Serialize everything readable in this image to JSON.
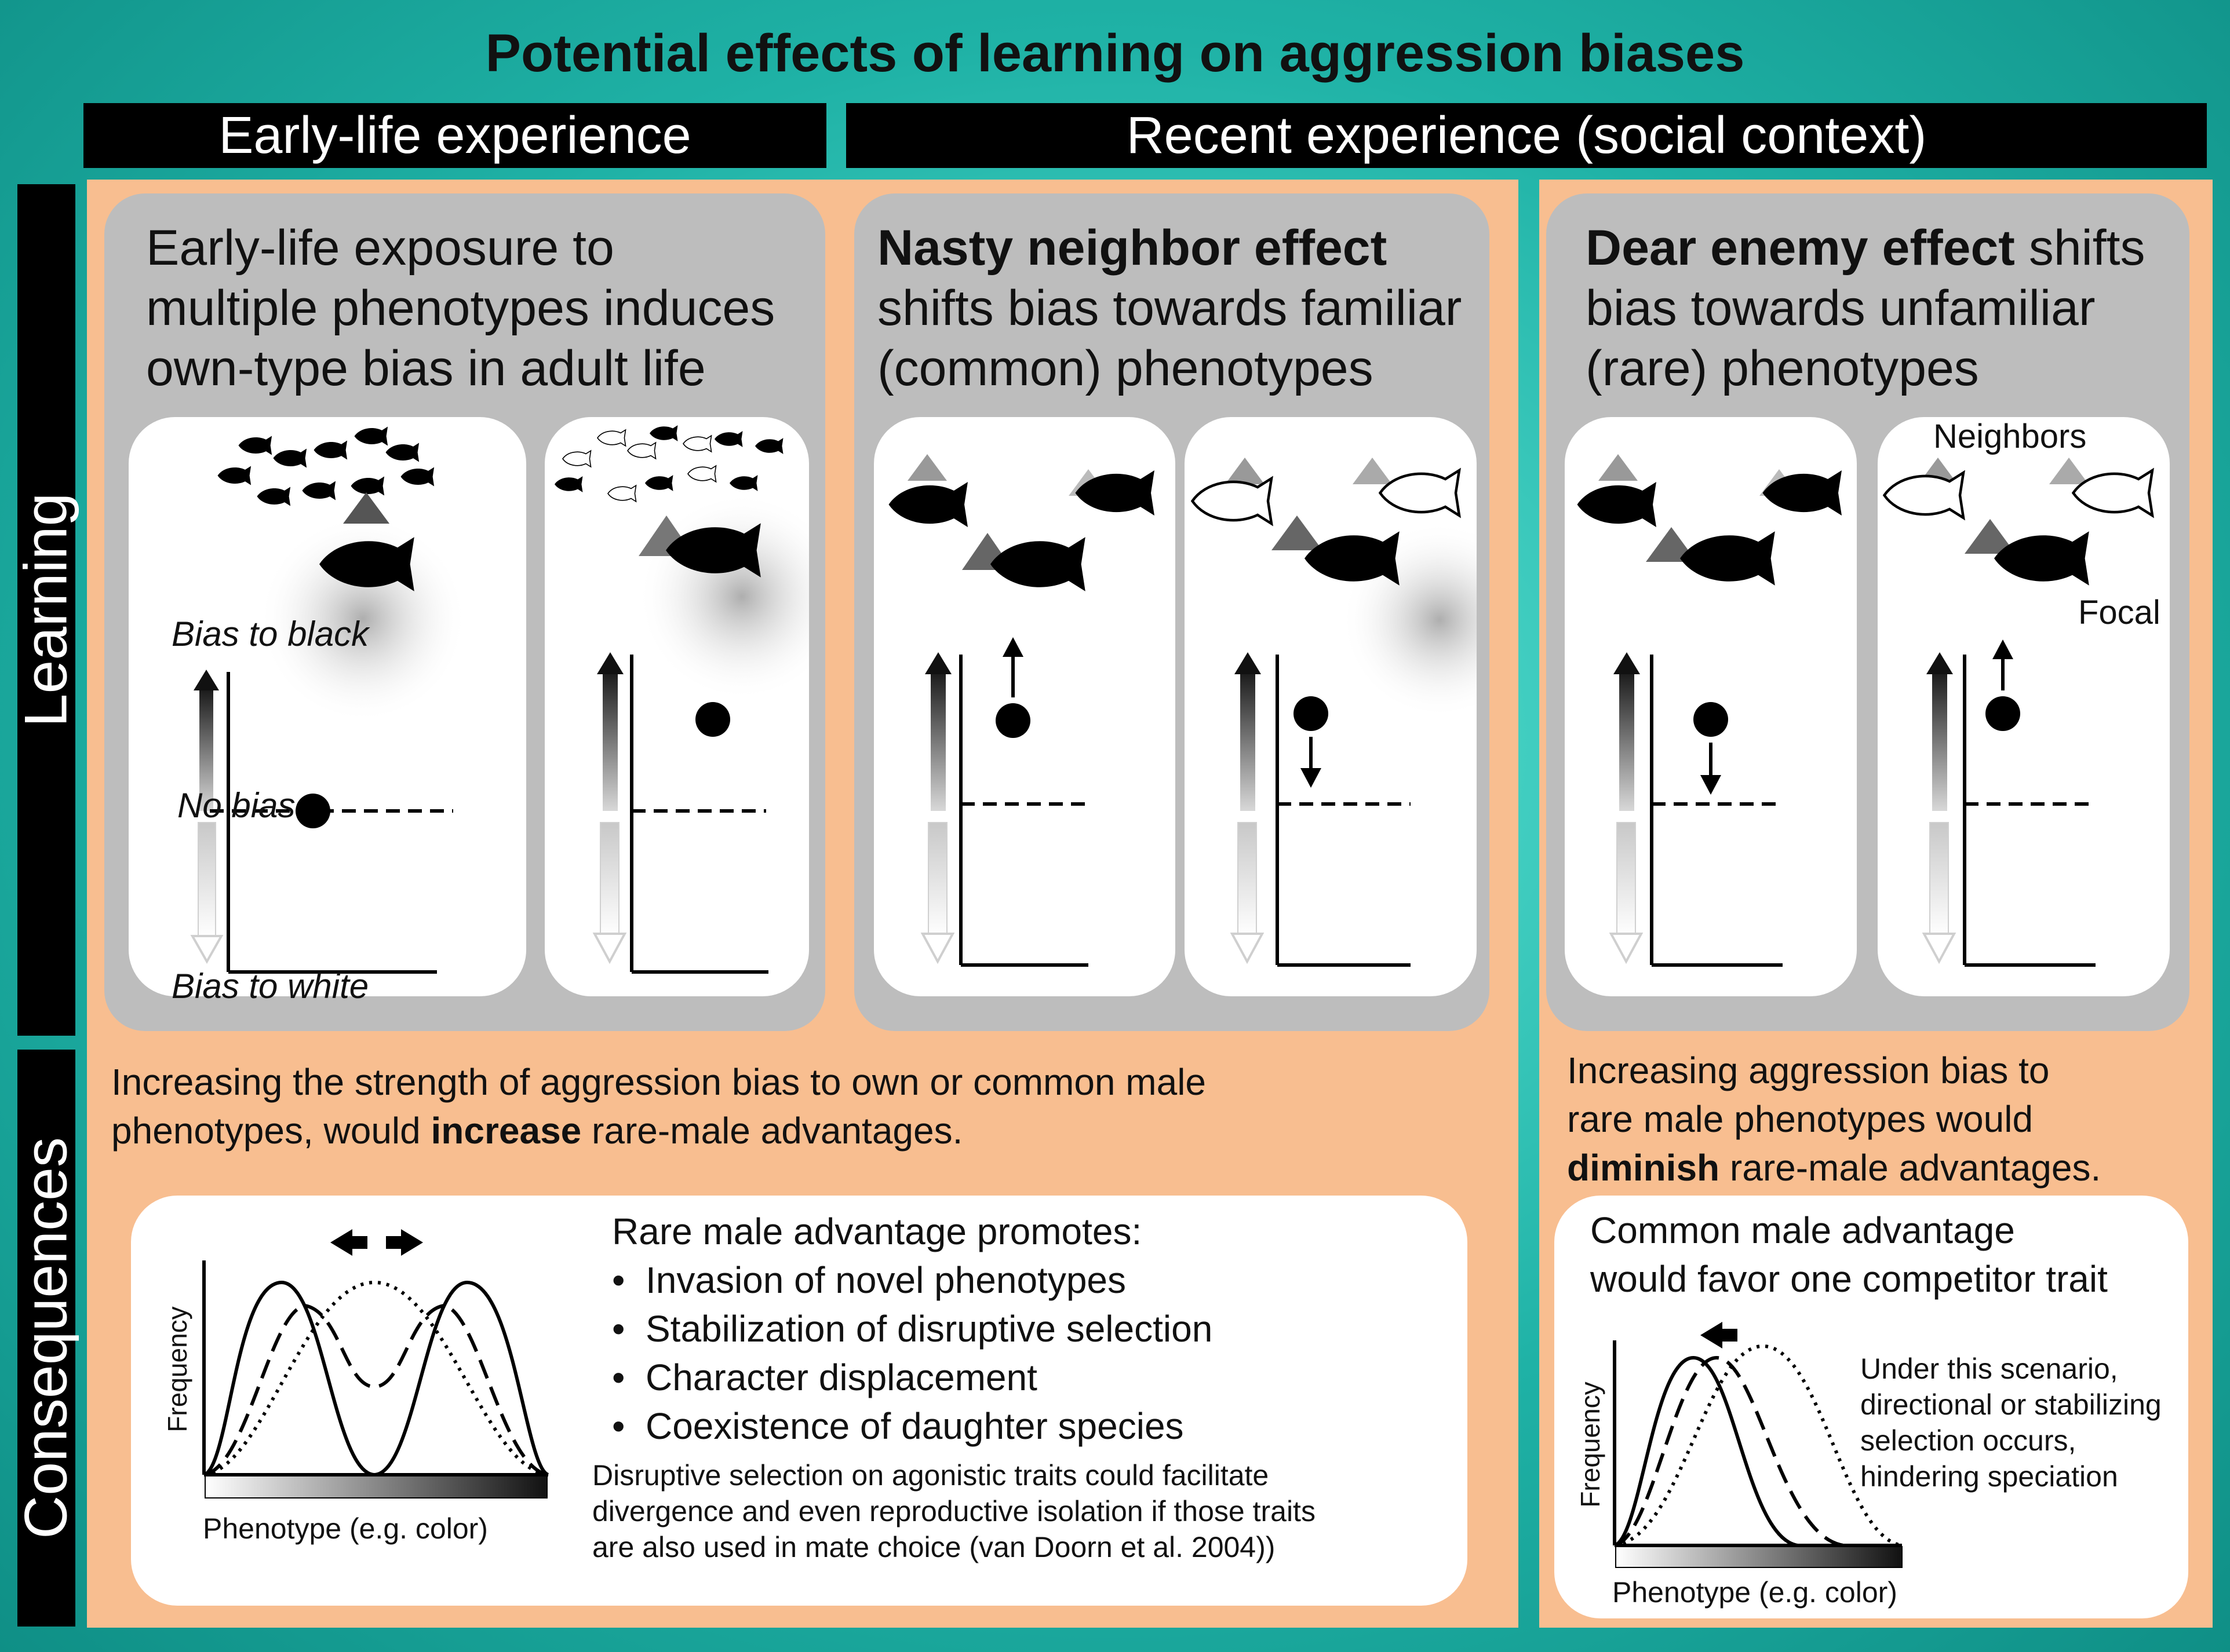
{
  "title": "Potential effects of learning on aggression biases",
  "columns": {
    "early": "Early-life experience",
    "recent": "Recent experience (social context)"
  },
  "rows": {
    "learning": "Learning",
    "consequences": "Consequences"
  },
  "panels": {
    "early_life": {
      "line1": "Early-life exposure to",
      "line2": "multiple phenotypes induces",
      "line3": "own-type bias in adult life"
    },
    "nasty": {
      "bold": "Nasty neighbor effect",
      "line2": "shifts bias towards familiar",
      "line3": "(common) phenotypes"
    },
    "dear": {
      "bold": "Dear enemy effect",
      "rest": " shifts",
      "line2": "bias towards unfamiliar",
      "line3": "(rare) phenotypes"
    }
  },
  "axis_labels": {
    "bias_black": "Bias to black",
    "no_bias": "No bias",
    "bias_white": "Bias to white",
    "neighbors": "Neighbors",
    "focal": "Focal"
  },
  "consequences": {
    "left": {
      "line1": "Increasing the strength of aggression bias to own or common male",
      "line2_pre": "phenotypes, would ",
      "line2_bold": "increase",
      "line2_post": " rare-male advantages.",
      "header": "Rare male advantage promotes:",
      "bullets": [
        "Invasion of novel phenotypes",
        "Stabilization of disruptive selection",
        "Character displacement",
        "Coexistence of daughter species"
      ],
      "note1": "Disruptive selection on agonistic traits could facilitate",
      "note2": "divergence and even reproductive isolation if those traits",
      "note3": "are also used in mate choice (van Doorn et al. 2004))",
      "ylabel": "Frequency",
      "xlabel": "Phenotype (e.g. color)"
    },
    "right": {
      "line1": "Increasing aggression bias to",
      "line2": "rare male phenotypes would",
      "line3_bold": "diminish",
      "line3_post": " rare-male advantages.",
      "box1": "Common male advantage",
      "box2": "would favor one competitor trait",
      "note1": "Under this scenario,",
      "note2": "directional or stabilizing",
      "note3": "selection occurs,",
      "note4": "hindering speciation",
      "ylabel": "Frequency",
      "xlabel": "Phenotype (e.g. color)"
    }
  }
}
